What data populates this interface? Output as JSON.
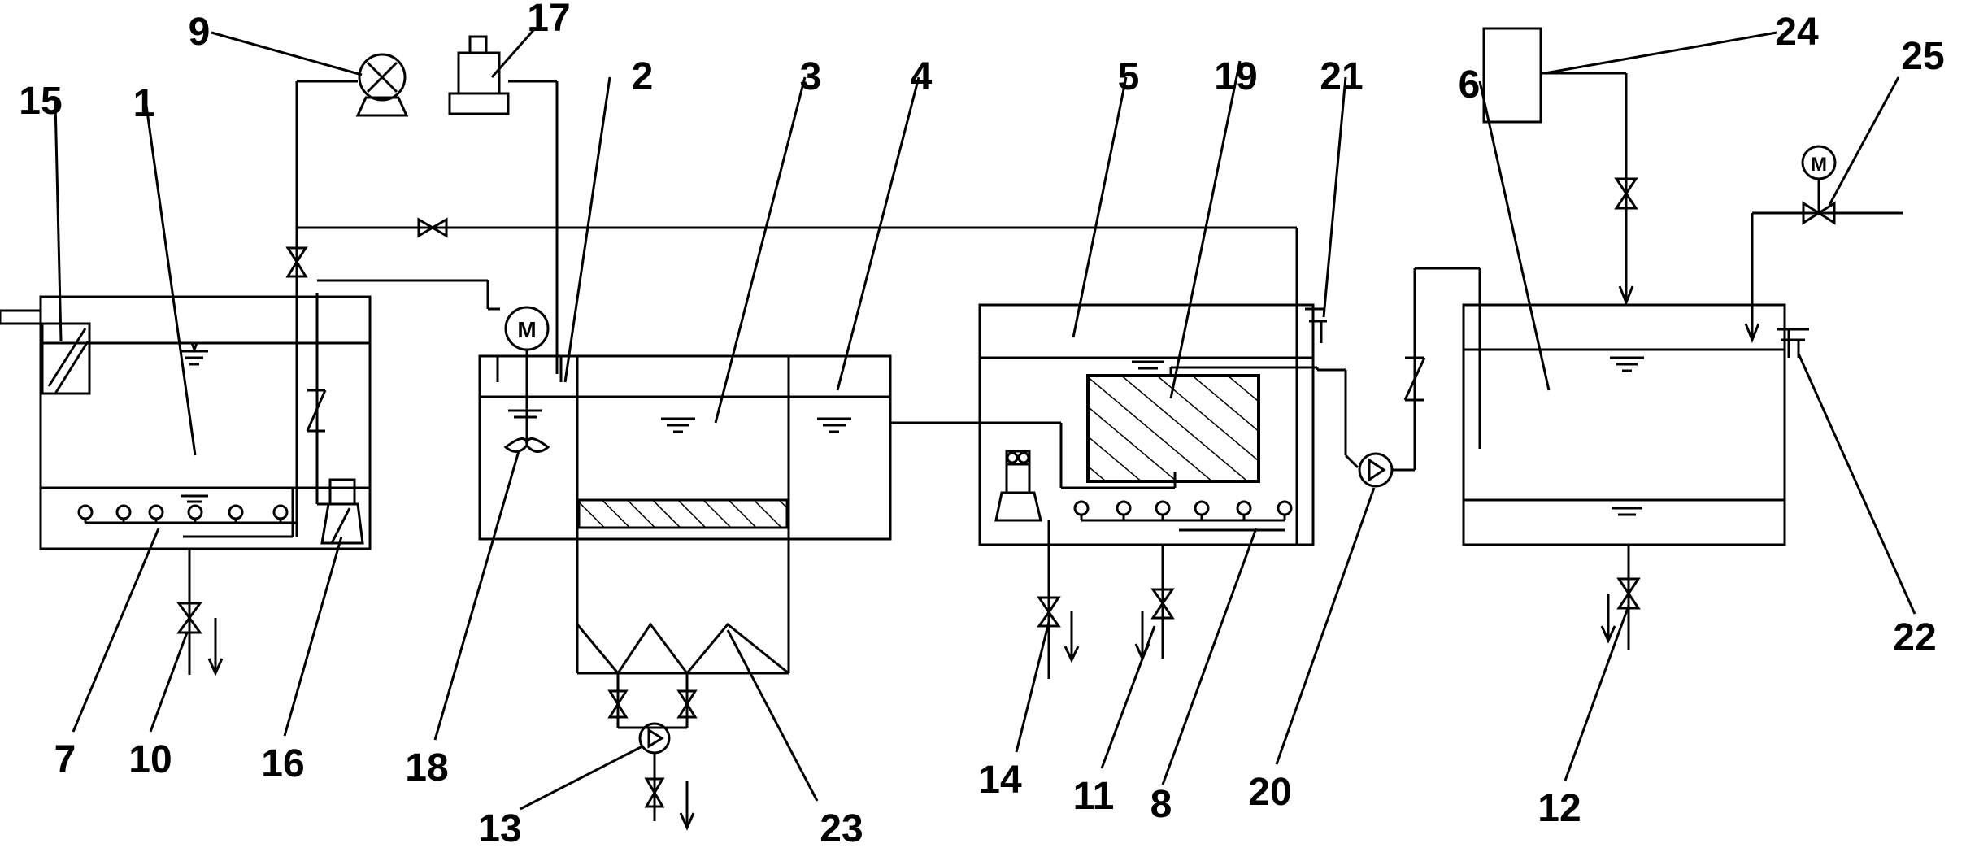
{
  "diagram": {
    "labels": {
      "l1": "1",
      "l2": "2",
      "l3": "3",
      "l4": "4",
      "l5": "5",
      "l6": "6",
      "l7": "7",
      "l8": "8",
      "l9": "9",
      "l10": "10",
      "l11": "11",
      "l12": "12",
      "l13": "13",
      "l14": "14",
      "l15": "15",
      "l16": "16",
      "l17": "17",
      "l18": "18",
      "l19": "19",
      "l20": "20",
      "l21": "21",
      "l22": "22",
      "l23": "23",
      "l24": "24",
      "l25": "25"
    },
    "motor_symbol": "M",
    "colors": {
      "line": "#000000",
      "background": "#ffffff"
    },
    "icons": [
      "valve-icon",
      "pump-icon",
      "motor-icon",
      "blower-icon",
      "stirrer-icon",
      "aerator-icon",
      "water-level-icon",
      "arrow-icon"
    ]
  }
}
